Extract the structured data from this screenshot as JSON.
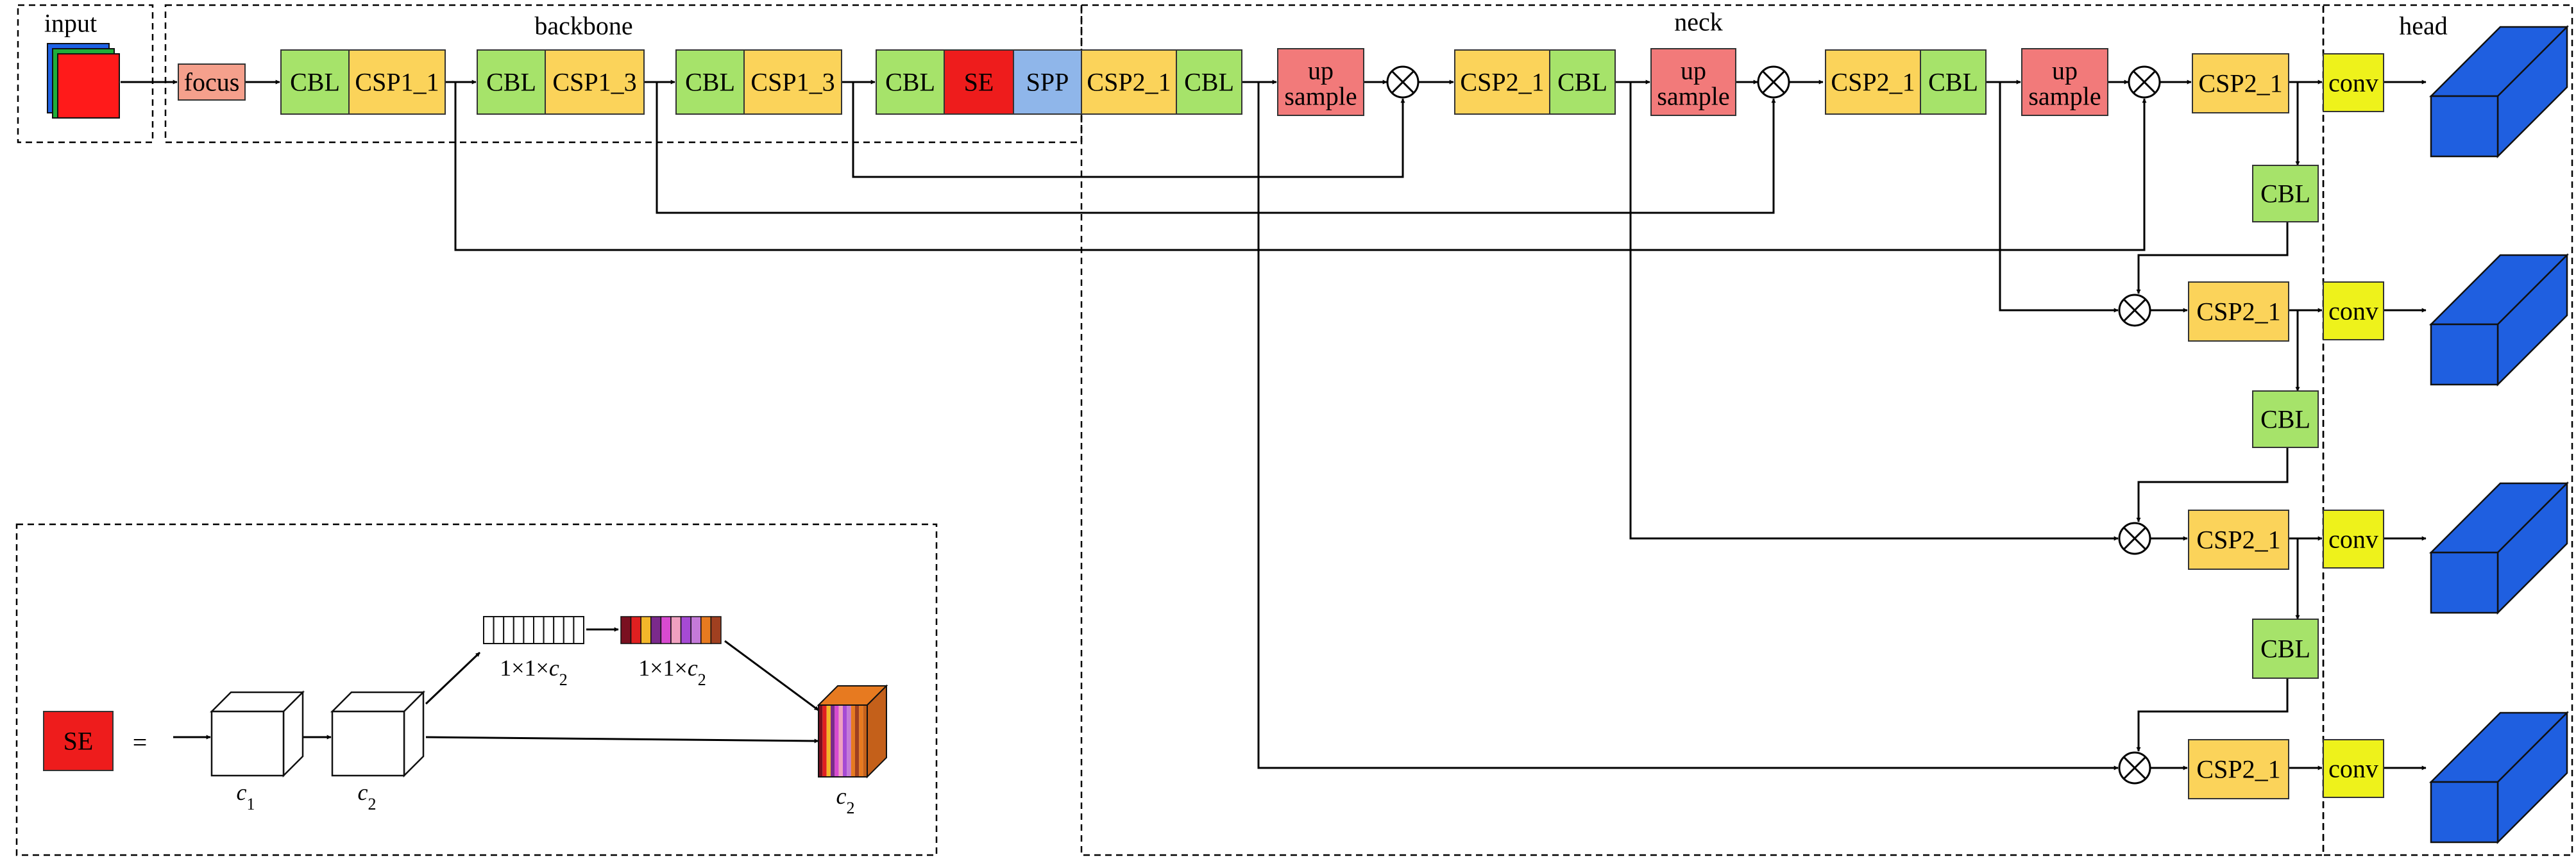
{
  "sections": {
    "input": "input",
    "backbone": "backbone",
    "neck": "neck",
    "head": "head"
  },
  "blocks": {
    "focus": "focus",
    "cbl": "CBL",
    "csp1_1": "CSP1_1",
    "csp1_3": "CSP1_3",
    "se": "SE",
    "spp": "SPP",
    "csp2_1": "CSP2_1",
    "upsample_line1": "up",
    "upsample_line2": "sample",
    "conv": "conv"
  },
  "se_detail": {
    "se_label": "SE",
    "equals": "=",
    "vec_label_prefix": "1×1×",
    "vec_label_var": "c",
    "vec_label_sub": "2",
    "c1_var": "c",
    "c1_sub": "1",
    "c2_var": "c",
    "c2_sub": "2"
  },
  "colors": {
    "focus": "#f5a08c",
    "cbl": "#a6e36a",
    "csp": "#fbd35a",
    "se": "#ee1c1c",
    "spp": "#8fb6ea",
    "upsample": "#f27a7a",
    "conv": "#eef21b",
    "head_cube": "#1f5fe0",
    "input_red": "#ff1a1a",
    "input_green": "#1fae3a",
    "input_blue": "#1e62e6"
  }
}
